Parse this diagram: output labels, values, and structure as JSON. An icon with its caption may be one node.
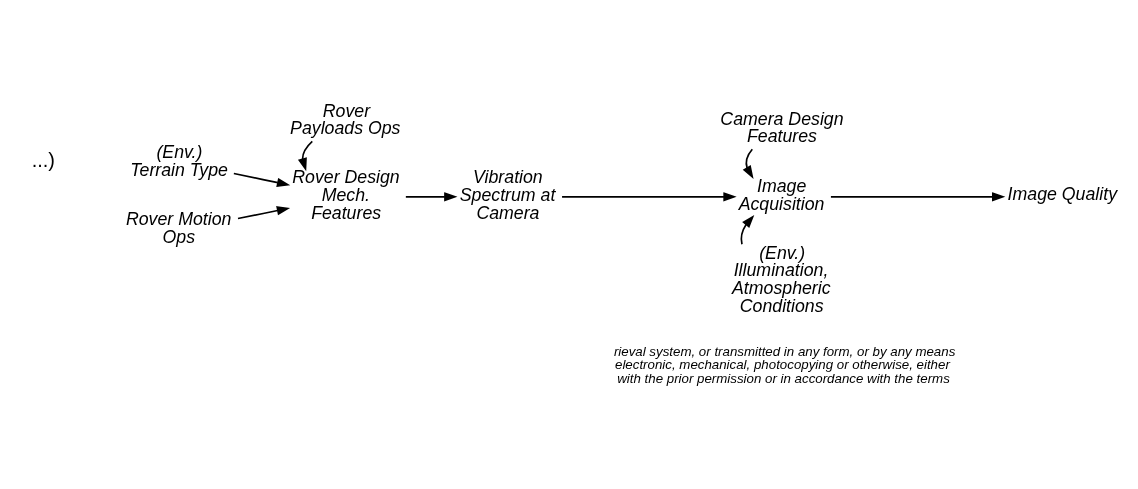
{
  "diagram": {
    "nodes": [
      {
        "text": [
          "Rover Payloads Ops"
        ]
      },
      {
        "text": [
          "Camera Design Features"
        ]
      },
      {
        "text": [
          "(Env.) Terrain Type"
        ]
      },
      {
        "text": [
          "Rover Design Mech. Features"
        ]
      },
      {
        "text": [
          "Vibration Spectrum at Camera"
        ]
      },
      {
        "text": [
          "Image Acquisition"
        ]
      },
      {
        "text": [
          "Image Quality"
        ]
      },
      {
        "text": [
          "Rover Motion Ops"
        ]
      },
      {
        "text": [
          "(Env.) Illumination, Atmospheric Conditions"
        ]
      }
    ],
    "edges": [
      {
        "from": 0,
        "to": 3,
        "arrow": "to"
      },
      {
        "from": 2,
        "to": 3,
        "arrow": "to"
      },
      {
        "from": 7,
        "to": 3,
        "arrow": "to"
      },
      {
        "from": 3,
        "to": 4,
        "arrow": "to"
      },
      {
        "from": 4,
        "to": 5,
        "arrow": "to"
      },
      {
        "from": 1,
        "to": 5,
        "arrow": "to"
      },
      {
        "from": 8,
        "to": 5,
        "arrow": "to"
      },
      {
        "from": 5,
        "to": 6,
        "arrow": "to"
      }
    ],
    "labels": [
      "...)",
      "rieval system, or transmitted in any form, or by any means electronic, mechanical, photocopying or otherwise, either with the prior permission or in accordance with the terms"
    ]
  }
}
